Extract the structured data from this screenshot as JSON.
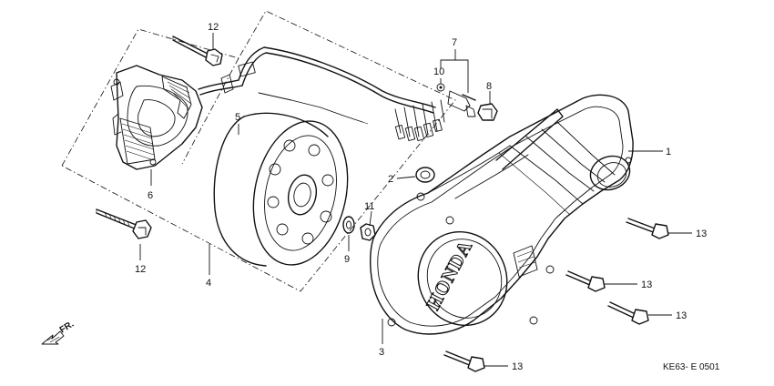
{
  "callouts": {
    "c1": "1",
    "c2": "2",
    "c3": "3",
    "c4": "4",
    "c5": "5",
    "c6": "6",
    "c7": "7",
    "c8": "8",
    "c9": "9",
    "c10": "10",
    "c11": "11",
    "c12a": "12",
    "c12b": "12",
    "c13a": "13",
    "c13b": "13",
    "c13c": "13",
    "c13d": "13"
  },
  "brand_label": "HONDA",
  "direction_label": "FR.",
  "diagram_code": "KE63- E 0501"
}
